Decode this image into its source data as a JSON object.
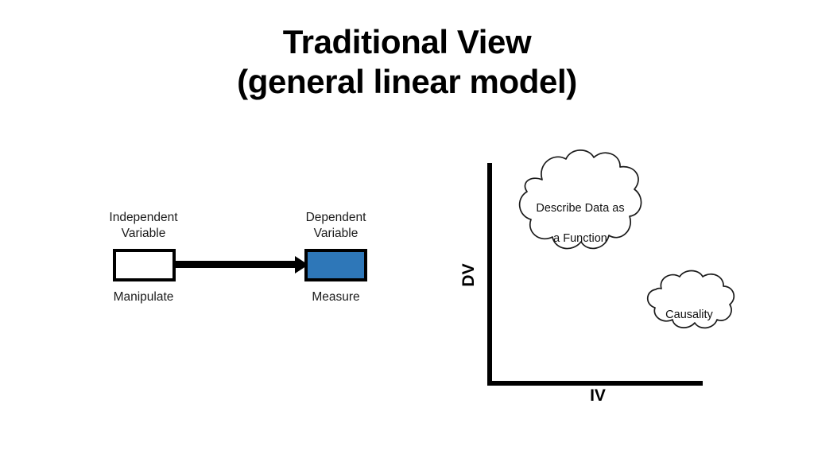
{
  "slide": {
    "background_color": "#ffffff",
    "title": {
      "line1": "Traditional View",
      "line2": "(general linear model)"
    }
  },
  "diagram": {
    "independent": {
      "caption_top": "Independent\nVariable",
      "caption_top_line1": "Independent",
      "caption_top_line2": "Variable",
      "caption_bottom": "Manipulate",
      "box_fill": "#ffffff",
      "box_stroke": "#000000"
    },
    "dependent": {
      "caption_top": "Dependent\nVariable",
      "caption_top_line1": "Dependent",
      "caption_top_line2": "Variable",
      "caption_bottom": "Measure",
      "box_fill": "#2e77b8",
      "box_stroke": "#000000"
    },
    "connector": {
      "kind": "arrow",
      "direction": "left-to-right",
      "color": "#000000"
    }
  },
  "plot": {
    "x_axis_label": "IV",
    "y_axis_label": "DV",
    "axis_color": "#000000",
    "clouds": [
      {
        "name": "describe-data-cloud",
        "text": "Describe Data as\na Function",
        "line1": "Describe Data as",
        "line2": "a Function",
        "stroke": "#1a1a1a",
        "fill": "#ffffff"
      },
      {
        "name": "causality-cloud",
        "text": "Causality",
        "line1": "Causality",
        "stroke": "#1a1a1a",
        "fill": "#ffffff"
      }
    ]
  },
  "chart_data": {
    "type": "scatter",
    "title": "Traditional View (general linear model)",
    "xlabel": "IV",
    "ylabel": "DV",
    "grid": false,
    "legend": null,
    "x": [],
    "y": [],
    "annotations": [
      "Describe Data as a Function",
      "Causality"
    ],
    "note": "Empty axes with IV on x-axis and DV on y-axis; two thought-bubble annotations, no plotted data points."
  }
}
